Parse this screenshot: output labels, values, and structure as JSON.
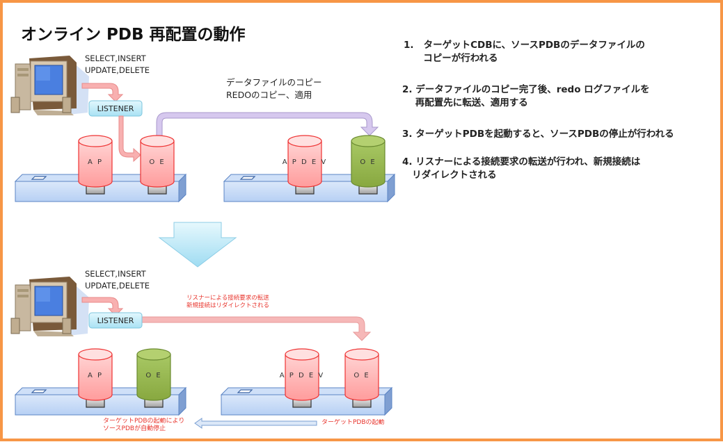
{
  "title": "オンライン PDB 再配置の動作",
  "steps": [
    {
      "line1": "1.   ターゲットCDBに、ソースPDBのデータファイルの",
      "line2": "      コピーが行われる"
    },
    {
      "line1": "2. データファイルのコピー完了後、redo ログファイルを",
      "line2": "    再配置先に転送、適用する"
    },
    {
      "line1": "3. ターゲットPDBを起動すると、ソースPDBの停止が行われる",
      "line2": ""
    },
    {
      "line1": "4. リスナーによる接続要求の転送が行われ、新規接続は",
      "line2": "   リダイレクトされる"
    }
  ],
  "top": {
    "sql_line1": "SELECT,INSERT",
    "sql_line2": "UPDATE,DELETE",
    "listener": "LISTENER",
    "copy_caption_line1": "データファイルのコピー",
    "copy_caption_line2": "REDOのコピー、適用",
    "source_dbs": [
      {
        "label": "A P",
        "color": "red"
      },
      {
        "label": "O E",
        "color": "red"
      }
    ],
    "target_dbs": [
      {
        "label": "A P D E V",
        "color": "red"
      },
      {
        "label": "O E",
        "color": "green"
      }
    ]
  },
  "bottom": {
    "sql_line1": "SELECT,INSERT",
    "sql_line2": "UPDATE,DELETE",
    "listener": "LISTENER",
    "redirect_caption_line1": "リスナーによる接続要求の転送",
    "redirect_caption_line2": "新規接続はリダイレクトされる",
    "source_dbs": [
      {
        "label": "A P",
        "color": "red"
      },
      {
        "label": "O E",
        "color": "green"
      }
    ],
    "target_dbs": [
      {
        "label": "A P D E V",
        "color": "red"
      },
      {
        "label": "O E",
        "color": "red"
      }
    ],
    "stop_caption_line1": "ターゲットPDBの起動により",
    "stop_caption_line2": "ソースPDBが自動停止",
    "start_caption": "ターゲットPDBの起動"
  },
  "colors": {
    "frame": "#f79646",
    "db_red_fill": "#ffb3b3",
    "db_red_stroke": "#ee3333",
    "db_green_fill": "#9bbb59",
    "db_green_stroke": "#6a8a30",
    "server_fill": "#c6dbf7",
    "server_stroke": "#5b84c4",
    "listener_fill": "#c8eef8",
    "copy_arrow": "#d6c8ee",
    "redirect_arrow": "#f6b8b8",
    "transition_arrow": "#b9e6f6",
    "caption_red": "#e8332b"
  }
}
